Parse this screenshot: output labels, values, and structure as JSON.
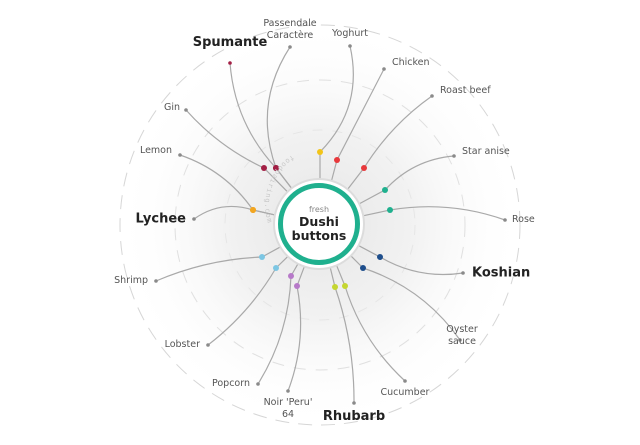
{
  "hub": {
    "subtitle": "fresh",
    "title_lines": [
      "Dushi",
      "buttons"
    ]
  },
  "watermark": "foodpairing.com",
  "colors": {
    "hub_ring": "#1fb08e",
    "connector": "#a9a9a9",
    "guide_circle": "#d6d6d6",
    "end_dot": "#8a8a8a"
  },
  "pairings": [
    {
      "label_lines": [
        "Passendale",
        "Caractère"
      ],
      "emphasis": false,
      "dot_color": "#6b2233"
    },
    {
      "label_lines": [
        "Yoghurt"
      ],
      "emphasis": false,
      "dot_color": "#f2c418"
    },
    {
      "label_lines": [
        "Chicken"
      ],
      "emphasis": false,
      "dot_color": "#e8393c"
    },
    {
      "label_lines": [
        "Roast beef"
      ],
      "emphasis": false,
      "dot_color": "#e8393c"
    },
    {
      "label_lines": [
        "Star anise"
      ],
      "emphasis": false,
      "dot_color": "#1fb08e"
    },
    {
      "label_lines": [
        "Rose"
      ],
      "emphasis": false,
      "dot_color": "#1fb08e"
    },
    {
      "label_lines": [
        "Koshian"
      ],
      "emphasis": true,
      "dot_color": "#1e4e8c"
    },
    {
      "label_lines": [
        "Oyster",
        "sauce"
      ],
      "emphasis": false,
      "dot_color": "#1e4e8c"
    },
    {
      "label_lines": [
        "Cucumber"
      ],
      "emphasis": false,
      "dot_color": "#c5d630"
    },
    {
      "label_lines": [
        "Rhubarb"
      ],
      "emphasis": true,
      "dot_color": "#c5d630"
    },
    {
      "label_lines": [
        "Noir 'Peru'",
        "64"
      ],
      "emphasis": false,
      "dot_color": "#b77ac9"
    },
    {
      "label_lines": [
        "Popcorn"
      ],
      "emphasis": false,
      "dot_color": "#b77ac9"
    },
    {
      "label_lines": [
        "Lobster"
      ],
      "emphasis": false,
      "dot_color": "#7cc6e3"
    },
    {
      "label_lines": [
        "Shrimp"
      ],
      "emphasis": false,
      "dot_color": "#7cc6e3"
    },
    {
      "label_lines": [
        "Lychee"
      ],
      "emphasis": true,
      "dot_color": "#f2a621"
    },
    {
      "label_lines": [
        "Lemon"
      ],
      "emphasis": false,
      "dot_color": "#f2a621"
    },
    {
      "label_lines": [
        "Gin"
      ],
      "emphasis": false,
      "dot_color": "#a31f45"
    },
    {
      "label_lines": [
        "Spumante"
      ],
      "emphasis": true,
      "dot_color": "#a31f45"
    }
  ]
}
